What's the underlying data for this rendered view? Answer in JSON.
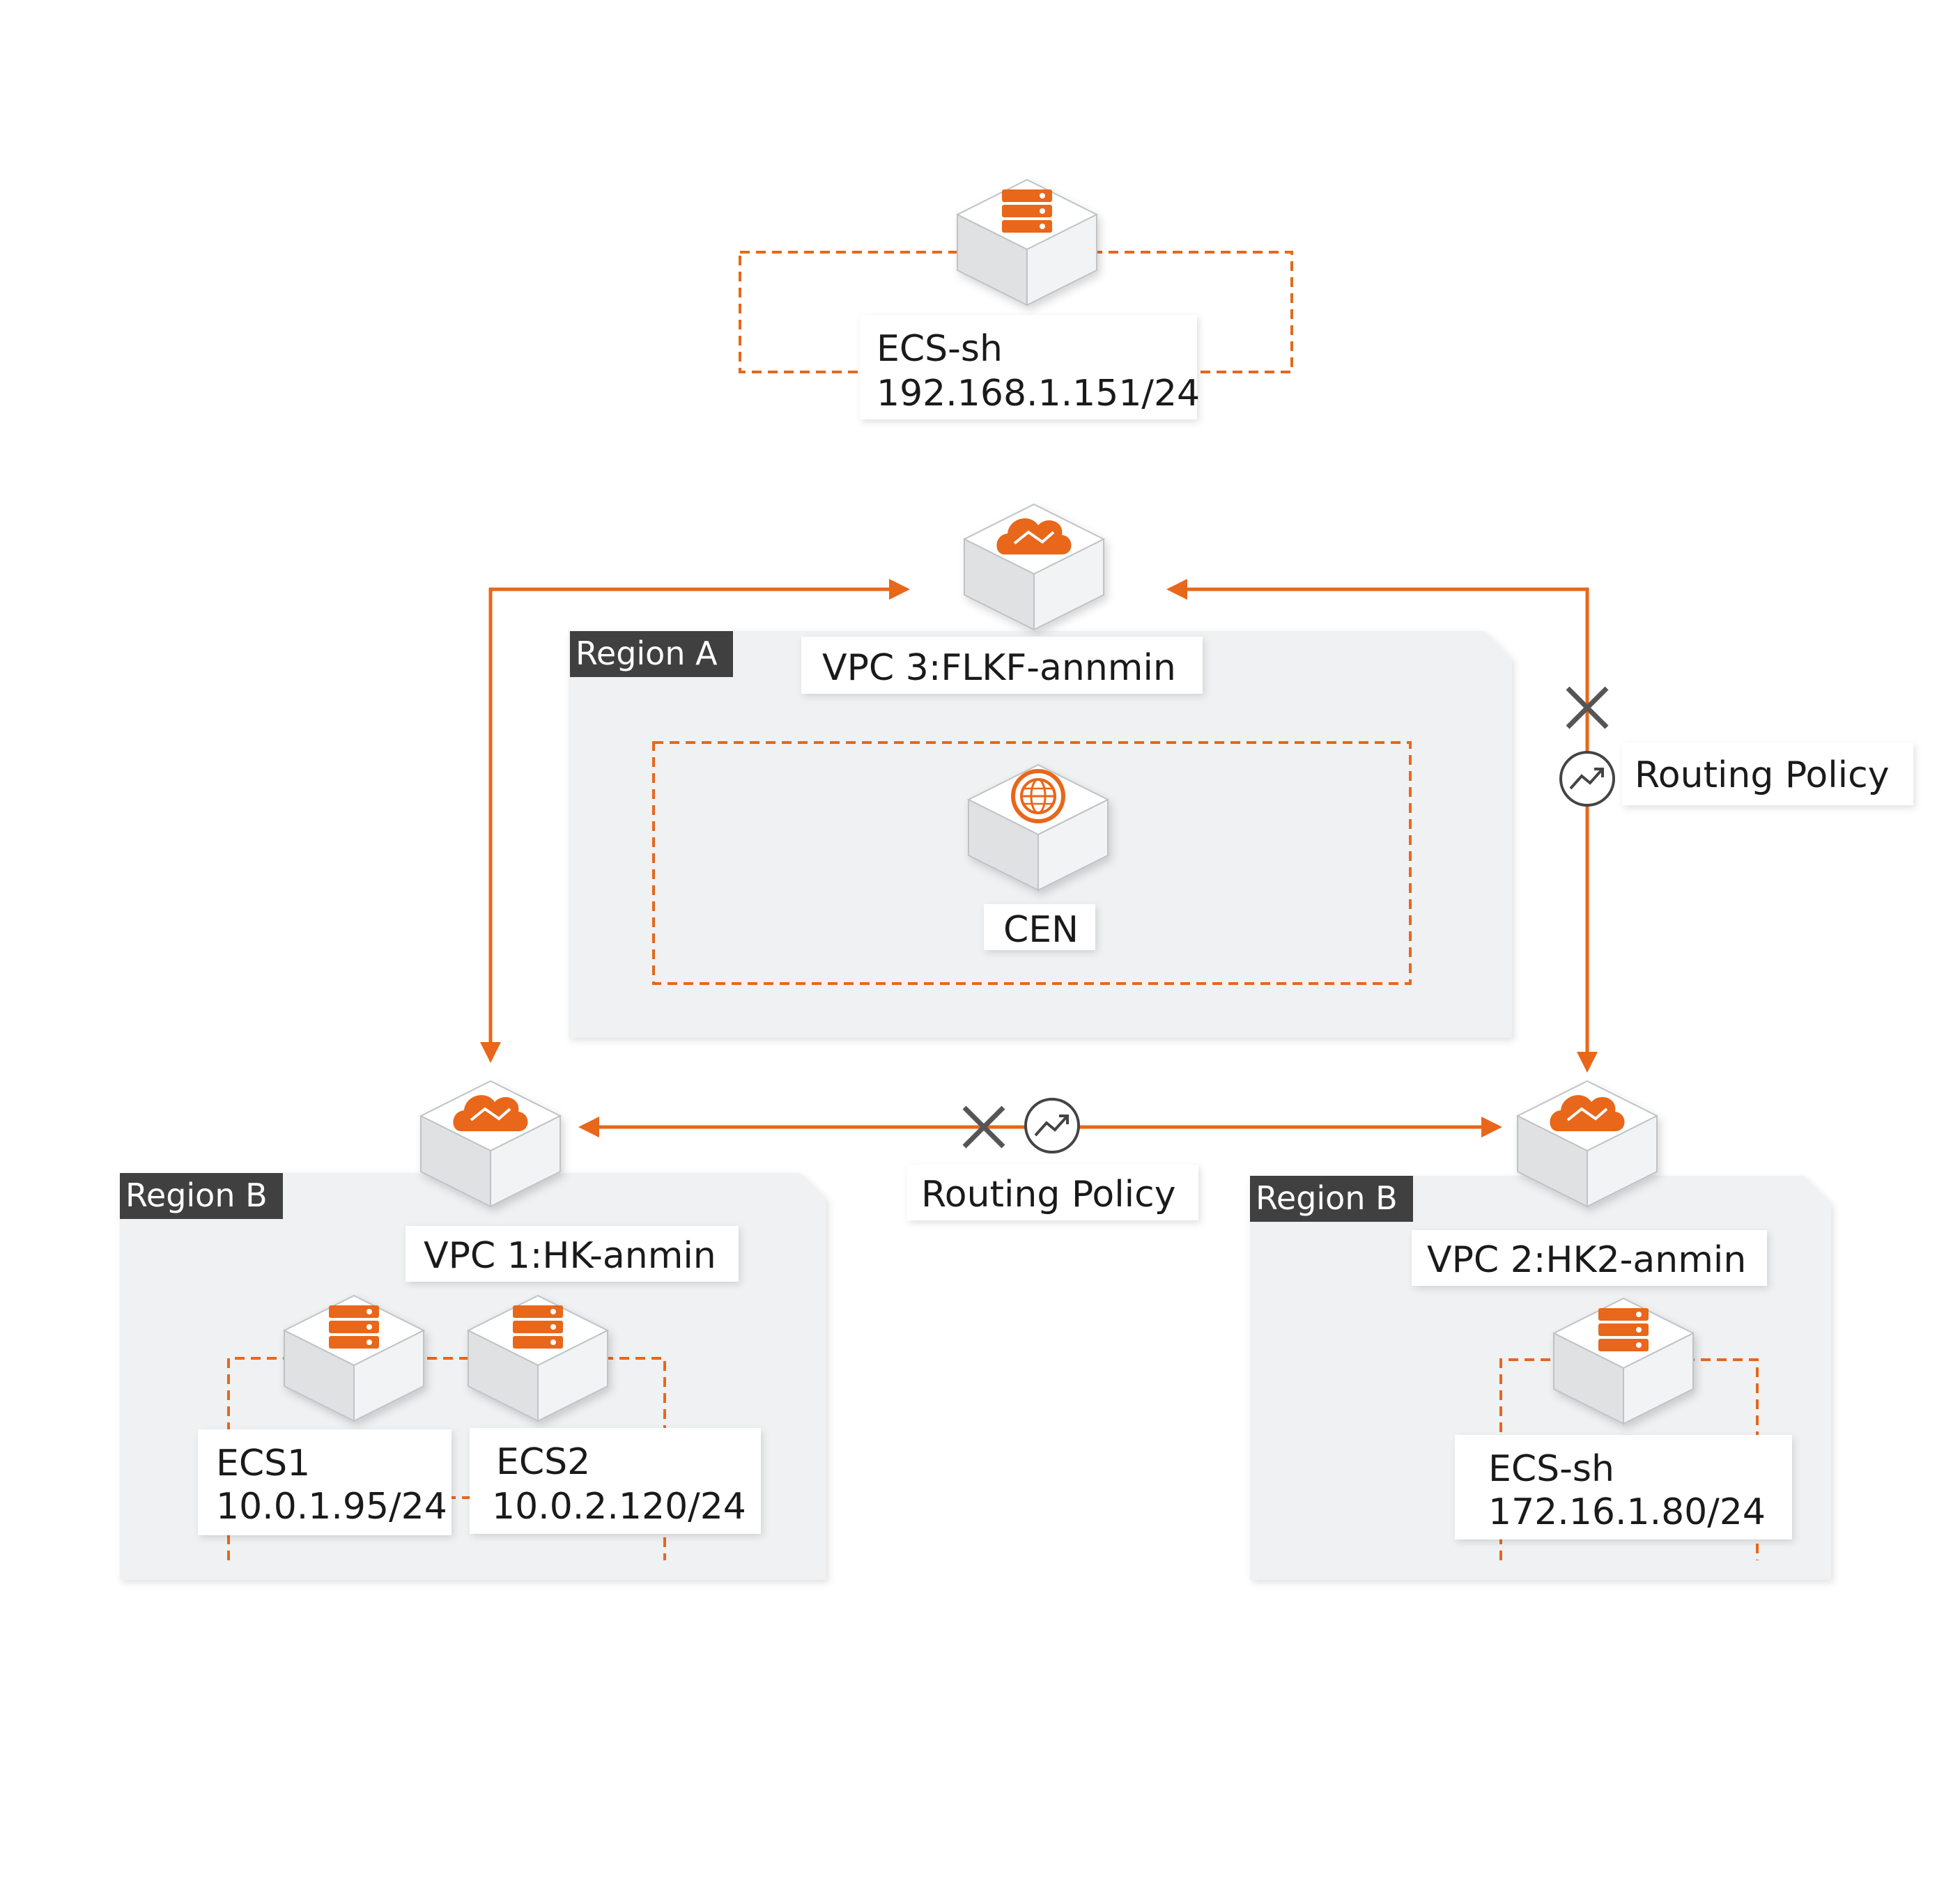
{
  "regions": {
    "a": {
      "name": "Region A",
      "vpc": "VPC 3:FLKF-annmin"
    },
    "b_left": {
      "name": "Region B",
      "vpc": "VPC 1:HK-anmin"
    },
    "b_right": {
      "name": "Region B",
      "vpc": "VPC 2:HK2-anmin"
    }
  },
  "cen": {
    "label": "CEN"
  },
  "nodes": {
    "ecs_sh_top": {
      "name": "ECS-sh",
      "ip": "192.168.1.151/24"
    },
    "ecs1": {
      "name": "ECS1",
      "ip": "10.0.1.95/24"
    },
    "ecs2": {
      "name": "ECS2",
      "ip": "10.0.2.120/24"
    },
    "ecs_sh_right": {
      "name": "ECS-sh",
      "ip": "172.16.1.80/24"
    }
  },
  "routing_policies": {
    "right": {
      "label": "Routing Policy"
    },
    "middle": {
      "label": "Routing Policy"
    }
  },
  "colors": {
    "accent": "#e8671a",
    "region_fill": "#eff1f2",
    "tag_bg": "#404040",
    "block_x": "#555555"
  },
  "icons": {
    "server": "server-icon",
    "vpc": "cloud-network-icon",
    "cen": "globe-icon",
    "policy": "trend-icon",
    "blocked": "x-icon"
  }
}
